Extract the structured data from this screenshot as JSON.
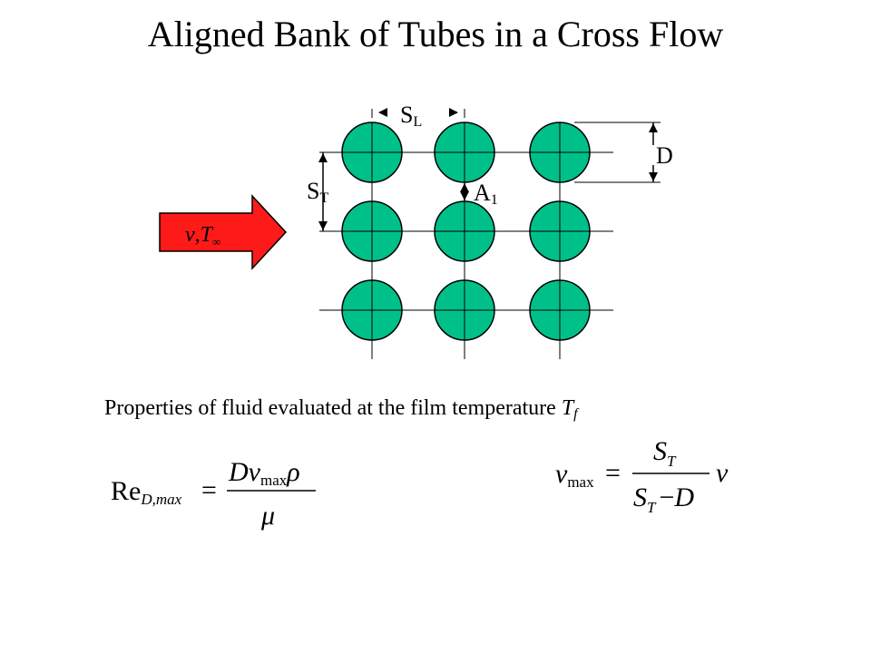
{
  "title": "Aligned Bank of Tubes in a Cross Flow",
  "colors": {
    "tube": "#00c08a",
    "arrow": "#ff1a1a",
    "line": "#000000"
  },
  "diagram": {
    "rows": 3,
    "columns": 3,
    "labels": {
      "longitudinal_pitch": {
        "main": "S",
        "sub": "L"
      },
      "transverse_pitch": {
        "main": "S",
        "sub": "T"
      },
      "min_area": {
        "main": "A",
        "sub": "1"
      },
      "diameter": "D"
    },
    "flow_arrow": {
      "v": "v",
      "comma": ",",
      "T": "T",
      "sub": "∞"
    }
  },
  "caption": {
    "text": "Properties of fluid evaluated at the film temperature ",
    "symbol": "T",
    "symbol_sub": "f"
  },
  "equations": {
    "reynolds": {
      "lhs_main": "Re",
      "lhs_sub": "D,max",
      "equals": "=",
      "numerator_D": "D",
      "numerator_v": "v",
      "numerator_sub": "max",
      "numerator_rho": "ρ",
      "denominator": "μ"
    },
    "vmax": {
      "lhs_main": "v",
      "lhs_sub": "max",
      "equals": "=",
      "num_S": "S",
      "num_sub": "T",
      "den_S": "S",
      "den_sub": "T",
      "den_minus": "−",
      "den_D": "D",
      "trailing": "v"
    }
  }
}
